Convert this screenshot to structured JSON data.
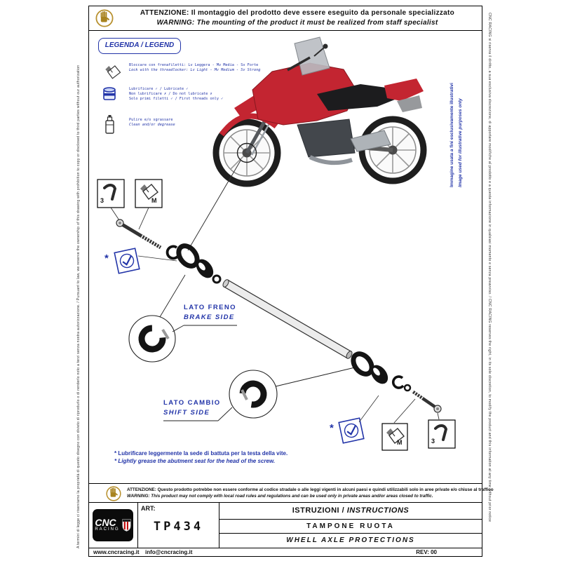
{
  "header": {
    "it": "ATTENZIONE: Il montaggio del prodotto deve essere eseguito da personale specializzato",
    "en": "WARNING: The mounting of the product it must be realized from staff specialist"
  },
  "legend": {
    "title": "LEGENDA / LEGEND",
    "item1_it": "Bloccare con frenafiletti: Lv Leggera - Mv Media - Sv Forte",
    "item1_en": "Lock with the threadlocker: Lv Light - Mv Medium - Sv Strong",
    "item2_line1": "Lubrificare ✓ / Lubricate ✓",
    "item2_line2": "Non lubrificare ✗ / Do not lubricate ✗",
    "item2_line3": "Solo primi filetti ✓ / First threads only ✓",
    "item3_it": "Pulire e/o sgrassare",
    "item3_en": "Clean and/or degrease"
  },
  "margins": {
    "left": "A termini di legge ci riserviamo la proprietà di questo disegno con divieto di riprodurlo o di renderlo noto a terzi senza nostra autorizzazione. / Pursuant to law, we reserve the ownership of this drawing with prohibition to copy or disclosed to third parties without our authorization",
    "right": "CNC RACING si riserva il diritto, a sua esclusiva discrezione, di apportare modifiche al prodotto e a questa informazione in qualsiasi momento e senza preavviso. / CNC RACING reserves the right, in its sole discretion, to modify the product and this information at any time without prior notice",
    "illustrative_it": "Immagine usata a fini esclusivamente illustrativi",
    "illustrative_en": "Image used for illustrative purposes only"
  },
  "diagram": {
    "allen_key_size": "3",
    "threadlocker_grade": "M",
    "grease_mark": "*",
    "brake_side_it": "LATO FRENO",
    "brake_side_en": "BRAKE SIDE",
    "shift_side_it": "LATO CAMBIO",
    "shift_side_en": "SHIFT SIDE",
    "note_it": "* Lubrificare leggermente la sede di battuta per la testa della vite.",
    "note_en": "* Lightly grease the abutment seat for the head of the screw."
  },
  "warning_bottom": {
    "it": "ATTENZIONE: Questo prodotto potrebbe non essere conforme al codice stradale o alle leggi vigenti in alcuni paesi e quindi utilizzabili solo in aree private e/o chiuse al traffico",
    "en": "WARNING: This product may not comply with local road rules and regulations and can be used only in private areas and/or areas closed to traffic."
  },
  "footer": {
    "brand_line1": "CNC",
    "brand_line2": "RACING",
    "art_label": "ART:",
    "art_value": "TP434",
    "header_it": "ISTRUZIONI /",
    "header_en": "INSTRUCTIONS",
    "product_it": "TAMPONE RUOTA",
    "product_en": "WHELL AXLE PROTECTIONS",
    "site": "www.cncracing.it",
    "email": "info@cncracing.it",
    "rev": "REV: 00"
  },
  "colors": {
    "accent_blue": "#2234a8",
    "bike_red": "#c32531",
    "warning_gold": "#b8912f"
  },
  "icons": {
    "warning": "hand-icon",
    "legend_threadlocker": "glue-tube-icon",
    "legend_lubricate": "grease-pot-icon",
    "legend_clean": "spray-can-icon",
    "grease_ok": "check-in-circle-icon",
    "tool": "allen-key-icon"
  }
}
